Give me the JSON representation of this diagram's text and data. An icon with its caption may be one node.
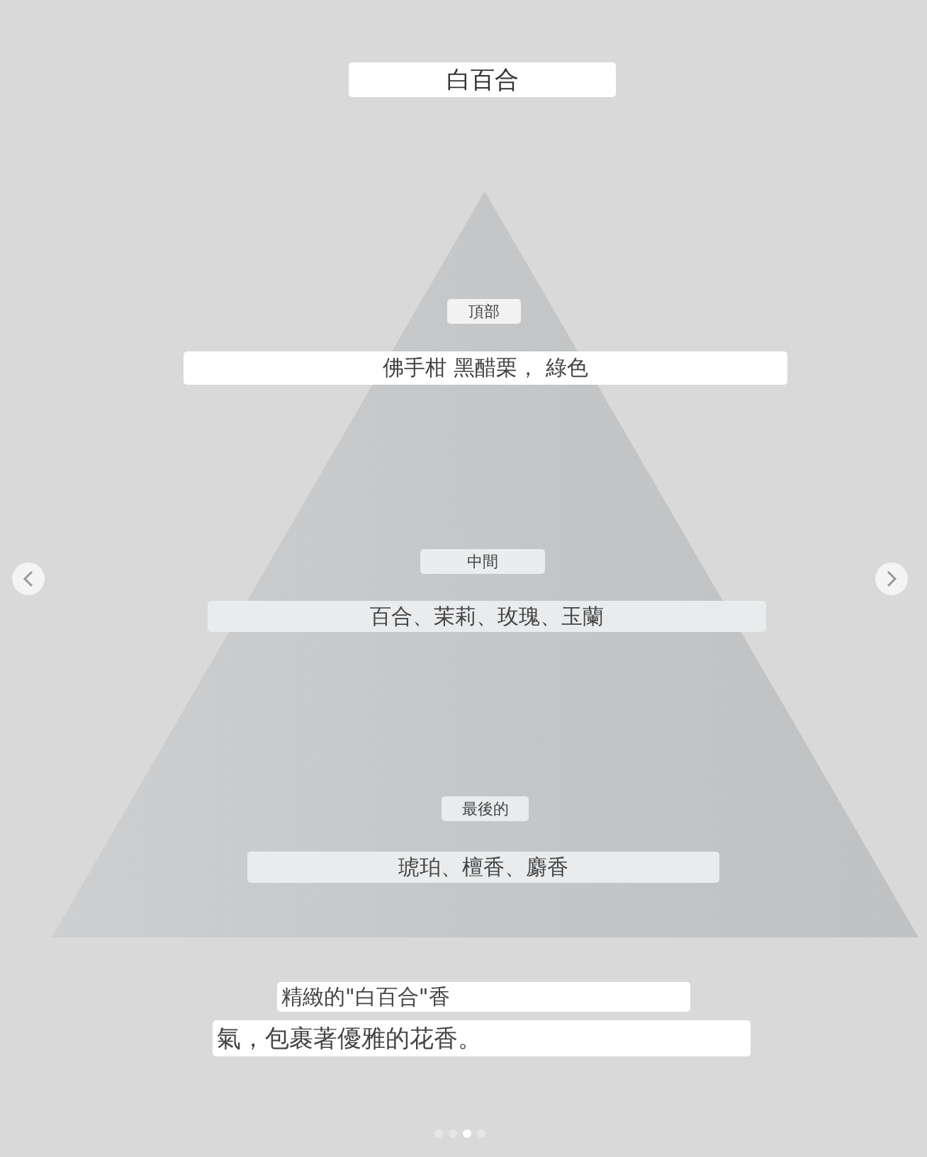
{
  "diagram": {
    "title": "白百合",
    "nodes": [
      {
        "text": [
          "頂部"
        ]
      },
      {
        "text": [
          "佛手柑 黑醋栗， 綠色"
        ]
      },
      {
        "text": [
          "中間"
        ]
      },
      {
        "text": [
          "百合、茉莉、玫瑰、玉蘭"
        ]
      },
      {
        "text": [
          "最後的"
        ]
      },
      {
        "text": [
          "琥珀、檀香、麝香"
        ]
      },
      {
        "text": [
          "精緻的\"白百合\"香"
        ]
      },
      {
        "text": [
          "氣，包裹著優雅的花香。"
        ]
      }
    ]
  }
}
